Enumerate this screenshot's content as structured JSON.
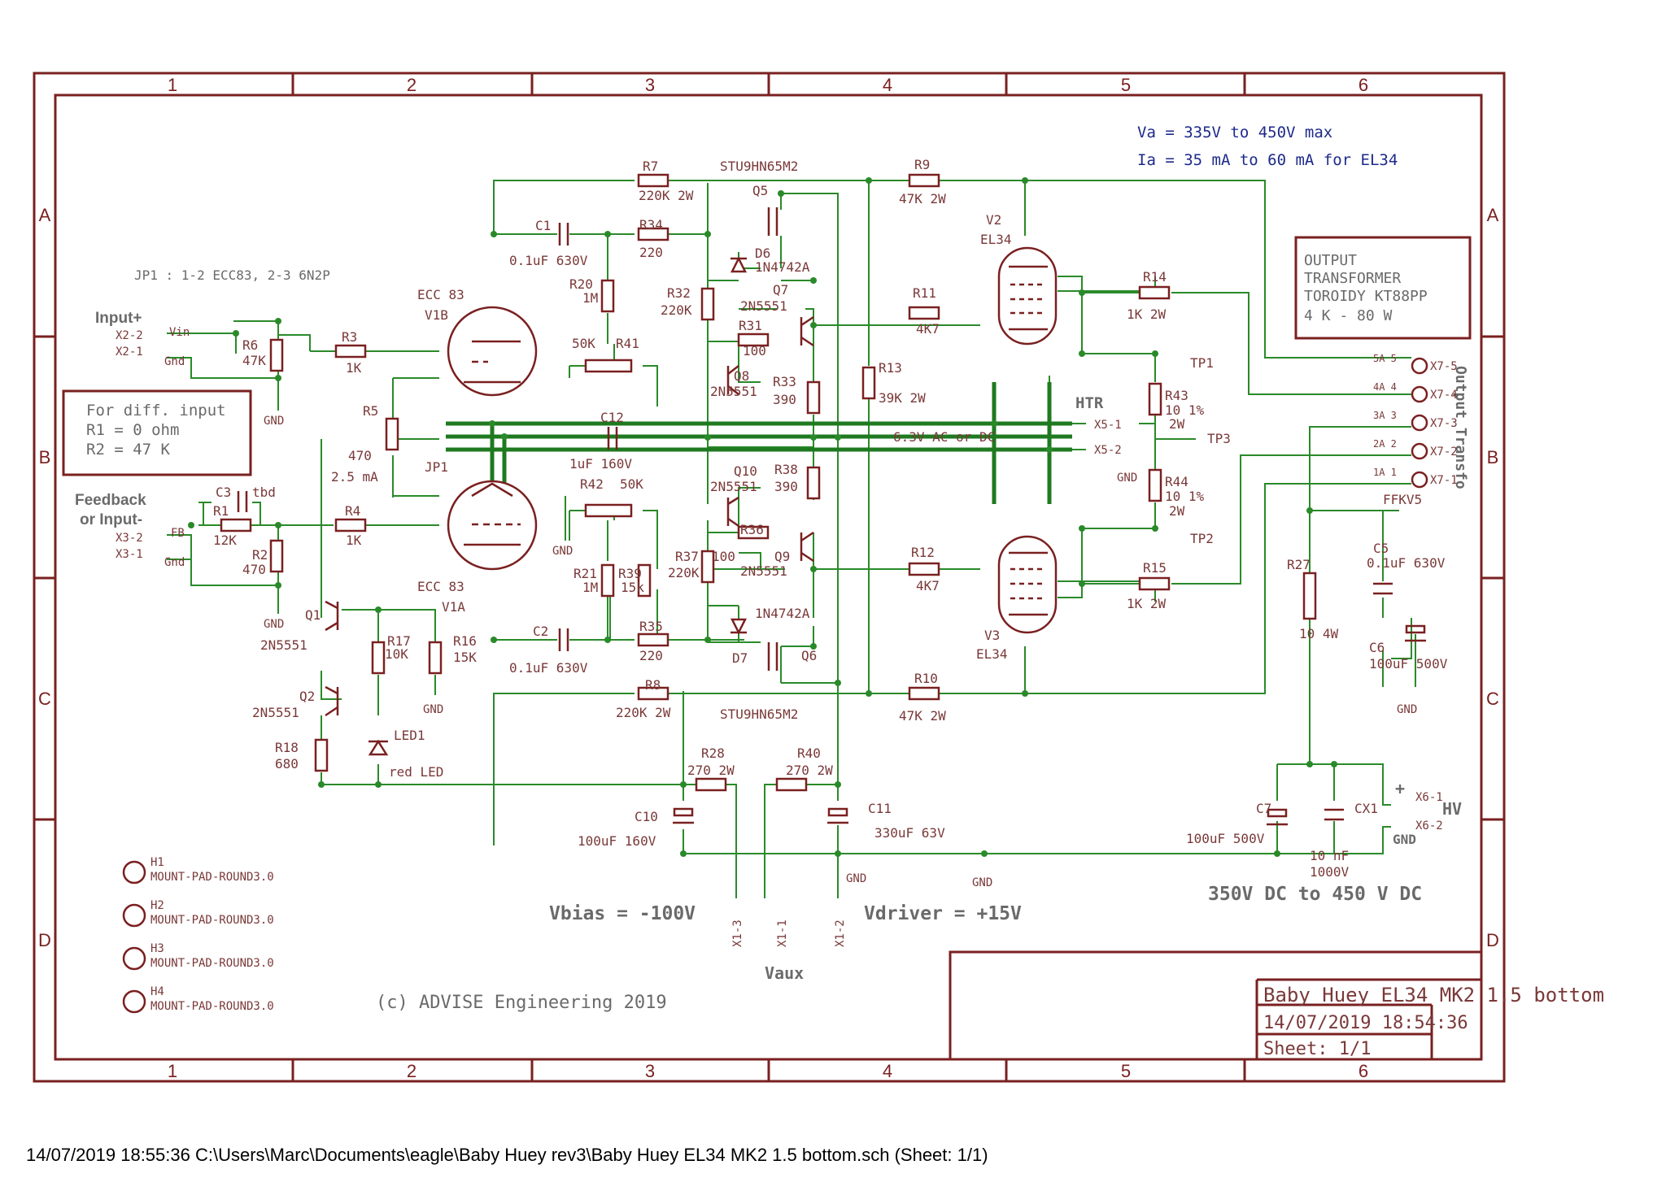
{
  "sheet": {
    "columns": [
      "1",
      "2",
      "3",
      "4",
      "5",
      "6"
    ],
    "rows": [
      "A",
      "B",
      "C",
      "D"
    ]
  },
  "notes": {
    "va": "Va = 335V to 450V max",
    "ia": "Ia = 35 mA to 60 mA for EL34",
    "jp1": "JP1 : 1-2 ECC83, 2-3 6N2P",
    "output_transformer": [
      "OUTPUT",
      "TRANSFORMER",
      "TOROIDY KT88PP",
      "4 K - 80 W"
    ],
    "diff_input": [
      "For diff. input",
      "R1 = 0 ohm",
      "R2 = 47 K"
    ],
    "vbias": "Vbias = -100V",
    "vdriver": "Vdriver = +15V",
    "vaux": "Vaux",
    "hv_range": "350V DC to 450 V DC",
    "copyright": "(c) ADVISE Engineering 2019",
    "htr": "HTR",
    "heater_supply": "6.3V AC or DC",
    "output_transfo": "Output Transfo",
    "hv": "HV",
    "input_plus": "Input+",
    "feedback": [
      "Feedback",
      "or Input-"
    ]
  },
  "title_block": {
    "title": "Baby Huey EL34  MK2 1.5 bottom",
    "datetime": "14/07/2019 18:54:36",
    "sheet": "Sheet: 1/1"
  },
  "footer": {
    "path": "14/07/2019 18:55:36  C:\\Users\\Marc\\Documents\\eagle\\Baby Huey rev3\\Baby Huey EL34  MK2 1.5 bottom.sch (Sheet: 1/1)"
  },
  "components": {
    "R7": [
      "R7",
      "220K 2W"
    ],
    "R9": [
      "R9",
      "47K 2W"
    ],
    "R34": [
      "R34",
      "220"
    ],
    "C1": [
      "C1",
      "0.1uF 630V"
    ],
    "R20": [
      "R20",
      "1M"
    ],
    "R32": [
      "R32",
      "220K"
    ],
    "R31": [
      "R31",
      "100"
    ],
    "R33": [
      "R33",
      "390"
    ],
    "R11": [
      "R11",
      "4K7"
    ],
    "R13": [
      "R13",
      "39K 2W"
    ],
    "R14": [
      "R14",
      "1K  2W"
    ],
    "R43": [
      "R43",
      "10 1%",
      "2W"
    ],
    "R44": [
      "R44",
      "10 1%",
      "2W"
    ],
    "R15": [
      "R15",
      "1K  2W"
    ],
    "R12": [
      "R12",
      "4K7"
    ],
    "R10": [
      "R10",
      "47K 2W"
    ],
    "R8": [
      "R8",
      "220K 2W"
    ],
    "R35": [
      "R35",
      "220"
    ],
    "C2": [
      "C2",
      "0.1uF 630V"
    ],
    "R21": [
      "R21",
      "1M"
    ],
    "R39": [
      "R39",
      "15k"
    ],
    "R37": [
      "R37",
      "220K"
    ],
    "R36": [
      "R36",
      "100"
    ],
    "R38": [
      "R38",
      "390"
    ],
    "R41": [
      "R41",
      "50K"
    ],
    "R42": [
      "R42",
      "50K"
    ],
    "C12": [
      "C12",
      "1uF 160V"
    ],
    "R6": [
      "R6",
      "47K"
    ],
    "R3": [
      "R3",
      "1K"
    ],
    "R5": [
      "R5",
      "470",
      "2.5 mA"
    ],
    "R1": [
      "R1",
      "12K"
    ],
    "C3": [
      "C3",
      "tbd"
    ],
    "R2": [
      "R2",
      "470"
    ],
    "R4": [
      "R4",
      "1K"
    ],
    "R17": [
      "R17",
      "10K"
    ],
    "R16": [
      "R16",
      "15K"
    ],
    "R18": [
      "R18",
      "680"
    ],
    "LED1": [
      "LED1",
      "red  LED"
    ],
    "R28": [
      "R28",
      "270 2W"
    ],
    "R40": [
      "R40",
      "270 2W"
    ],
    "C10": [
      "C10",
      "100uF 160V"
    ],
    "C11": [
      "C11",
      "330uF 63V"
    ],
    "R27": [
      "R27",
      "10 4W"
    ],
    "C5": [
      "C5",
      "0.1uF 630V"
    ],
    "C6": [
      "C6",
      "100uF 500V"
    ],
    "C7": [
      "C7",
      "100uF 500V"
    ],
    "CX1": [
      "CX1",
      "10 nF",
      "1000V"
    ],
    "Q1": [
      "Q1",
      "2N5551"
    ],
    "Q2": [
      "Q2",
      "2N5551"
    ],
    "Q5": [
      "Q5"
    ],
    "Q6": [
      "Q6"
    ],
    "Q7": [
      "Q7",
      "2N5551"
    ],
    "Q8": [
      "Q8",
      "2N5551"
    ],
    "Q9": [
      "Q9",
      "2N5551"
    ],
    "Q10": [
      "Q10",
      "2N5551"
    ],
    "D6": [
      "D6",
      "1N4742A"
    ],
    "D7": [
      "D7",
      "1N4742A"
    ],
    "STU_top": "STU9HN65M2",
    "STU_bot": "STU9HN65M2",
    "V1A": [
      "ECC 83",
      "V1A"
    ],
    "V1B": [
      "ECC 83",
      "V1B"
    ],
    "V2": [
      "V2",
      "EL34"
    ],
    "V3": [
      "V3",
      "EL34"
    ],
    "JP1": "JP1",
    "FFKV5": "FFKV5",
    "TP1": "TP1",
    "TP2": "TP2",
    "TP3": "TP3"
  },
  "connectors": {
    "X2": [
      "X2-2",
      "X2-1"
    ],
    "X2_pins": [
      "Vin",
      "Gnd"
    ],
    "X3": [
      "X3-2",
      "X3-1"
    ],
    "X3_pins": [
      "FB",
      "Gnd"
    ],
    "X5": [
      "X5-1",
      "X5-2"
    ],
    "X7": [
      "X7-5",
      "X7-4",
      "X7-3",
      "X7-2",
      "X7-1"
    ],
    "X7_pins": [
      "5A 5",
      "4A 4",
      "3A 3",
      "2A 2",
      "1A 1"
    ],
    "X6": [
      "X6-1",
      "X6-2"
    ],
    "X6_marks": [
      "+",
      "GND"
    ],
    "X1": [
      "X1-3",
      "X1-1",
      "X1-2"
    ],
    "gnd": "GND"
  },
  "mount_pads": [
    {
      "name": "H1",
      "type": "MOUNT-PAD-ROUND3.0"
    },
    {
      "name": "H2",
      "type": "MOUNT-PAD-ROUND3.0"
    },
    {
      "name": "H3",
      "type": "MOUNT-PAD-ROUND3.0"
    },
    {
      "name": "H4",
      "type": "MOUNT-PAD-ROUND3.0"
    }
  ]
}
